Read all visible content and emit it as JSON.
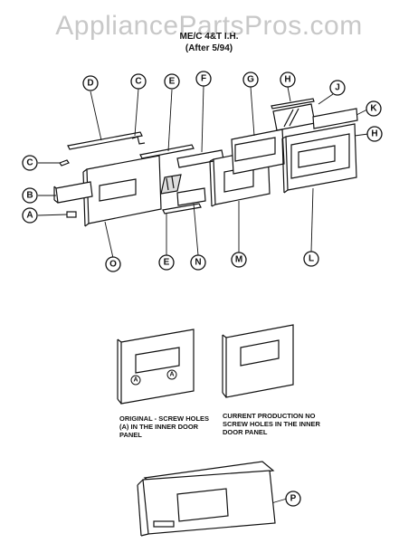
{
  "watermark": "AppliancePartsPros.com",
  "title": {
    "line1": "ME/C 4&T I.H.",
    "line2": "(After 5/94)"
  },
  "callouts": {
    "A": "A",
    "B": "B",
    "C": "C",
    "D": "D",
    "E": "E",
    "F": "F",
    "G": "G",
    "H": "H",
    "J": "J",
    "K": "K",
    "L": "L",
    "M": "M",
    "N": "N",
    "O": "O",
    "P": "P"
  },
  "notes": {
    "original": "ORIGINAL - SCREW HOLES (A) IN THE INNER DOOR PANEL",
    "current": "CURRENT PRODUCTION NO SCREW HOLES IN THE INNER DOOR PANEL"
  },
  "hole_marker": "A"
}
